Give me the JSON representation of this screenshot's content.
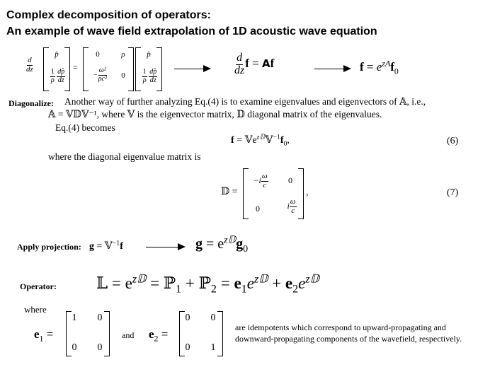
{
  "title": {
    "line1": "Complex decomposition of operators:",
    "line2": "An example of wave field extrapolation of 1D acoustic wave equation"
  },
  "top_eq": {
    "d": "d",
    "dz": "dz",
    "p_hat": "p̂",
    "rho": "ρ",
    "dp": "dp̂",
    "rho_dz": "ρ dz",
    "one": "1",
    "zero": "0",
    "omega2": "ω²",
    "rho_c2": "ρc²",
    "minus": "−",
    "eq": "=",
    "mid_lhs_f": "f",
    "mid_eq": "= ",
    "A": "A",
    "f": "f",
    "f_label": "f",
    "rhs_eq": " = ",
    "e": "e",
    "zA": "zA",
    "f0": "f",
    "sub0": "0"
  },
  "diag": {
    "label": "Diagonalize:",
    "line1": "Another way of further analyzing Eq.(4) is to examine eigenvalues and eigenvectors of 𝔸, i.e.,",
    "line2": "𝔸 = 𝕍𝔻𝕍⁻¹, where 𝕍 is the eigenvector matrix, 𝔻 diagonal matrix of the eigenvalues.",
    "line3": "Eq.(4) becomes",
    "eq6": "f = 𝕍e^{z𝔻}𝕍⁻¹f₀,",
    "eq6_f": "f",
    "eq6_eq": " = 𝕍e",
    "eq6_sup": "z𝔻",
    "eq6_rest": "𝕍",
    "eq6_sup2": "−1",
    "eq6_f0": "f",
    "eq6_0": "0",
    "eq6_comma": ",",
    "num6": "(6)",
    "where": "where the diagonal eigenvalue matrix is",
    "D": "𝔻 =",
    "m11a": "−i",
    "omega": "ω",
    "c": "c",
    "m12": "0",
    "m21": "0",
    "m22a": "i",
    "comma": ",",
    "num7": "(7)"
  },
  "projection": {
    "label": "Apply projection:",
    "g": "g",
    "eq": " = 𝕍",
    "sup": "−1",
    "f": "f",
    "rhs_g": "g",
    "rhs_eq": " = e",
    "rhs_sup": "z𝔻",
    "rhs_g0": "g",
    "rhs_sub": "0"
  },
  "operator": {
    "label": "Operator:",
    "L": "𝕃",
    "eq1": " = e",
    "sup": "z𝔻",
    "eq2": " = ℙ",
    "sub1": "1",
    "plus1": " + ℙ",
    "sub2": "2",
    "eq3": " = ",
    "e1": "e",
    "e1sub": "1",
    "e_mid": "e",
    "sup2": "z𝔻",
    "plus2": " + ",
    "e2": "e",
    "e2sub": "2",
    "e_end": "e",
    "sup3": "z𝔻"
  },
  "where_block": {
    "where": "where",
    "e1": "e",
    "sub1": "1",
    "e2": "e",
    "sub2": "2",
    "eq": " =",
    "e1_m": [
      "1",
      "0",
      "0",
      "0"
    ],
    "e2_m": [
      "0",
      "0",
      "0",
      "1"
    ],
    "and": "and",
    "desc1": "are idempotents which correspond  to upward-propagating and",
    "desc2": "downward-propagating components of the wavefield, respectively."
  }
}
